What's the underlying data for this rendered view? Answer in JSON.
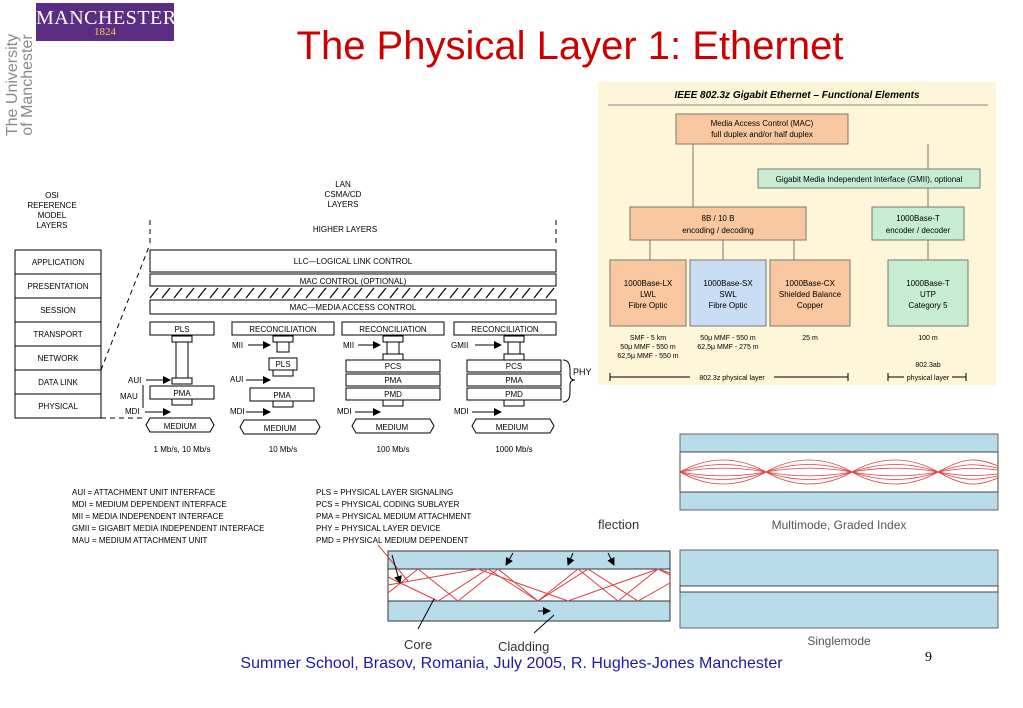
{
  "slide": {
    "title": "The Physical Layer 1: Ethernet",
    "footer": "Summer School, Brasov, Romania, July 2005,  R. Hughes-Jones  Manchester",
    "page_number": "9"
  },
  "logo": {
    "name": "MANCHESTER",
    "year": "1824",
    "vertical": [
      "The University",
      "of Manchester"
    ]
  },
  "osi": {
    "heading": [
      "OSI",
      "REFERENCE",
      "MODEL",
      "LAYERS"
    ],
    "layers": [
      "APPLICATION",
      "PRESENTATION",
      "SESSION",
      "TRANSPORT",
      "NETWORK",
      "DATA LINK",
      "PHYSICAL"
    ]
  },
  "lan": {
    "heading": [
      "LAN",
      "CSMA/CD",
      "LAYERS"
    ],
    "higher_layers": "HIGHER LAYERS",
    "llc": "LLC—LOGICAL LINK CONTROL",
    "mac_control": "MAC CONTROL (OPTIONAL)",
    "mac": "MAC—MEDIA ACCESS CONTROL",
    "columns": [
      {
        "top": "PLS",
        "speed": "1 Mb/s, 10 Mb/s"
      },
      {
        "top": "RECONCILIATION",
        "speed": "10 Mb/s"
      },
      {
        "top": "RECONCILIATION",
        "speed": "100 Mb/s"
      },
      {
        "top": "RECONCILIATION",
        "speed": "1000 Mb/s"
      }
    ],
    "labels": {
      "aui": "AUI",
      "mau": "MAU",
      "mdi": "MDI",
      "mii": "MII",
      "gmii": "GMII",
      "pls": "PLS",
      "pma": "PMA",
      "pcs": "PCS",
      "pmd": "PMD",
      "medium": "MEDIUM",
      "phy": "PHY"
    },
    "legend_left": [
      "AUI = ATTACHMENT UNIT INTERFACE",
      "MDI = MEDIUM DEPENDENT INTERFACE",
      "MII = MEDIA INDEPENDENT INTERFACE",
      "GMII = GIGABIT MEDIA INDEPENDENT INTERFACE",
      "MAU = MEDIUM ATTACHMENT UNIT"
    ],
    "legend_right": [
      "PLS = PHYSICAL LAYER SIGNALING",
      "PCS = PHYSICAL CODING SUBLAYER",
      "PMA = PHYSICAL MEDIUM ATTACHMENT",
      "PHY = PHYSICAL LAYER DEVICE",
      "PMD = PHYSICAL MEDIUM DEPENDENT"
    ]
  },
  "ieee": {
    "title": "IEEE 802.3z Gigabit Ethernet – Functional Elements",
    "mac": [
      "Media Access Control (MAC)",
      "full duplex and/or half duplex"
    ],
    "gmii": "Gigabit Media Independent Interface (GMII), optional",
    "encoding": [
      "8B / 10 B",
      "encoding / decoding"
    ],
    "t_encoder": [
      "1000Base-T",
      "encoder / decoder"
    ],
    "boxes": [
      {
        "lines": [
          "1000Base-LX",
          "LWL",
          "Fibre Optic"
        ],
        "notes": [
          "SMF - 5 km",
          "50μ MMF - 550 m",
          "62,5μ MMF - 550 m"
        ]
      },
      {
        "lines": [
          "1000Base-SX",
          "SWL",
          "Fibre Optic"
        ],
        "notes": [
          "50μ MMF - 550 m",
          "62,5μ MMF - 275 m"
        ]
      },
      {
        "lines": [
          "1000Base-CX",
          "Shielded Balance",
          "Copper"
        ],
        "notes": [
          "25 m"
        ]
      },
      {
        "lines": [
          "1000Base-T",
          "UTP",
          "Category 5"
        ],
        "notes": [
          "100 m"
        ]
      }
    ],
    "std_z": "802.3z physical layer",
    "std_ab": [
      "802.3ab",
      "physical layer"
    ]
  },
  "fibre": {
    "reflection": "flection",
    "core": "Core",
    "cladding": "Cladding",
    "multimode": "Multimode, Graded Index",
    "singlemode": "Singlemode"
  },
  "colors": {
    "title": "#cc0000",
    "footer": "#1a1aa6",
    "logo_bg": "#5a2d82",
    "ieee_bg": "#fdf6d8",
    "box_orange": "#f9c8a0",
    "box_green": "#c6ecd2",
    "fibre_blue": "#b8dcea",
    "ray_red": "#d94040"
  }
}
